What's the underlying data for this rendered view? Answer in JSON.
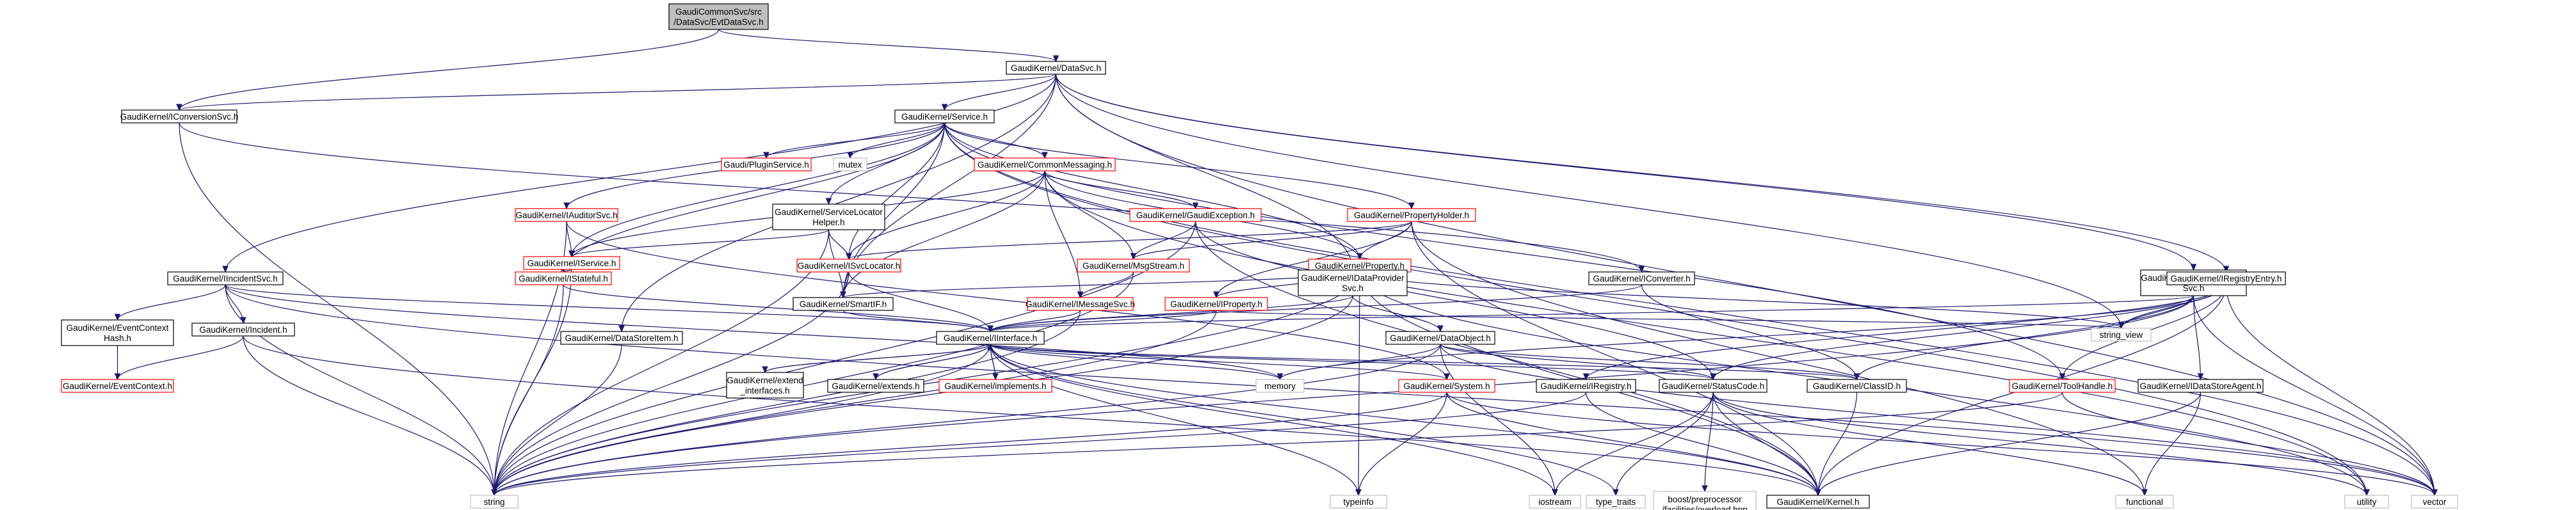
{
  "diagram": {
    "nodes": [
      {
        "id": "root",
        "lines": [
          "GaudiCommonSvc/src",
          "/DataSvc/EvtDataSvc.h"
        ],
        "style": "root"
      },
      {
        "id": "datasvc",
        "lines": [
          "GaudiKernel/DataSvc.h"
        ],
        "style": "normal"
      },
      {
        "id": "iconvsvc",
        "lines": [
          "GaudiKernel/IConversionSvc.h"
        ],
        "style": "normal"
      },
      {
        "id": "service",
        "lines": [
          "GaudiKernel/Service.h"
        ],
        "style": "normal"
      },
      {
        "id": "iincsvc",
        "lines": [
          "GaudiKernel/IIncidentSvc.h"
        ],
        "style": "normal"
      },
      {
        "id": "iauditorsvc",
        "lines": [
          "GaudiKernel/IAuditorSvc.h"
        ],
        "style": "red"
      },
      {
        "id": "ipluginsvc",
        "lines": [
          "Gaudi/PluginService.h"
        ],
        "style": "red"
      },
      {
        "id": "mutex",
        "lines": [
          "mutex"
        ],
        "style": "ext"
      },
      {
        "id": "commonmsg",
        "lines": [
          "GaudiKernel/CommonMessaging.h"
        ],
        "style": "red"
      },
      {
        "id": "svclochelper",
        "lines": [
          "GaudiKernel/ServiceLocator",
          "Helper.h"
        ],
        "style": "normal"
      },
      {
        "id": "gaudiexc",
        "lines": [
          "GaudiKernel/GaudiException.h"
        ],
        "style": "red"
      },
      {
        "id": "propholder",
        "lines": [
          "GaudiKernel/PropertyHolder.h"
        ],
        "style": "red"
      },
      {
        "id": "iservice",
        "lines": [
          "GaudiKernel/IService.h"
        ],
        "style": "red"
      },
      {
        "id": "isvclocator",
        "lines": [
          "GaudiKernel/ISvcLocator.h"
        ],
        "style": "red"
      },
      {
        "id": "msgstream",
        "lines": [
          "GaudiKernel/MsgStream.h"
        ],
        "style": "red"
      },
      {
        "id": "property",
        "lines": [
          "GaudiKernel/Property.h"
        ],
        "style": "red"
      },
      {
        "id": "istateful",
        "lines": [
          "GaudiKernel/IStateful.h"
        ],
        "style": "red"
      },
      {
        "id": "smartif",
        "lines": [
          "GaudiKernel/SmartIF.h"
        ],
        "style": "normal"
      },
      {
        "id": "imsgsvc",
        "lines": [
          "GaudiKernel/IMessageSvc.h"
        ],
        "style": "red"
      },
      {
        "id": "iproperty",
        "lines": [
          "GaudiKernel/IProperty.h"
        ],
        "style": "red"
      },
      {
        "id": "idataprov",
        "lines": [
          "GaudiKernel/IDataProvider",
          "Svc.h"
        ],
        "style": "normal"
      },
      {
        "id": "iconverter",
        "lines": [
          "GaudiKernel/IConverter.h"
        ],
        "style": "normal"
      },
      {
        "id": "idatamgr",
        "lines": [
          "GaudiKernel/IDataManager",
          "Svc.h"
        ],
        "style": "normal"
      },
      {
        "id": "iregentry",
        "lines": [
          "GaudiKernel/IRegistryEntry.h"
        ],
        "style": "normal"
      },
      {
        "id": "evtctxhash",
        "lines": [
          "GaudiKernel/EventContext",
          "Hash.h"
        ],
        "style": "normal"
      },
      {
        "id": "incident",
        "lines": [
          "GaudiKernel/Incident.h"
        ],
        "style": "normal"
      },
      {
        "id": "datastoreitem",
        "lines": [
          "GaudiKernel/DataStoreItem.h"
        ],
        "style": "normal"
      },
      {
        "id": "iinterface",
        "lines": [
          "GaudiKernel/IInterface.h"
        ],
        "style": "normal"
      },
      {
        "id": "dataobject",
        "lines": [
          "GaudiKernel/DataObject.h"
        ],
        "style": "normal"
      },
      {
        "id": "stringview",
        "lines": [
          "string_view"
        ],
        "style": "ext"
      },
      {
        "id": "evtctx",
        "lines": [
          "GaudiKernel/EventContext.h"
        ],
        "style": "red"
      },
      {
        "id": "extinterfaces",
        "lines": [
          "GaudiKernel/extend",
          "_interfaces.h"
        ],
        "style": "normal"
      },
      {
        "id": "extends",
        "lines": [
          "GaudiKernel/extends.h"
        ],
        "style": "normal"
      },
      {
        "id": "implements",
        "lines": [
          "GaudiKernel/implements.h"
        ],
        "style": "red"
      },
      {
        "id": "memory",
        "lines": [
          "memory"
        ],
        "style": "ext"
      },
      {
        "id": "system",
        "lines": [
          "GaudiKernel/System.h"
        ],
        "style": "red"
      },
      {
        "id": "iregistry",
        "lines": [
          "GaudiKernel/IRegistry.h"
        ],
        "style": "normal"
      },
      {
        "id": "statuscode",
        "lines": [
          "GaudiKernel/StatusCode.h"
        ],
        "style": "normal"
      },
      {
        "id": "classid",
        "lines": [
          "GaudiKernel/ClassID.h"
        ],
        "style": "normal"
      },
      {
        "id": "toolhandle",
        "lines": [
          "GaudiKernel/ToolHandle.h"
        ],
        "style": "red"
      },
      {
        "id": "idatastoreagent",
        "lines": [
          "GaudiKernel/IDataStoreAgent.h"
        ],
        "style": "normal"
      },
      {
        "id": "string",
        "lines": [
          "string"
        ],
        "style": "ext"
      },
      {
        "id": "typeinfo",
        "lines": [
          "typeinfo"
        ],
        "style": "ext"
      },
      {
        "id": "iostream",
        "lines": [
          "iostream"
        ],
        "style": "ext"
      },
      {
        "id": "typetraits",
        "lines": [
          "type_traits"
        ],
        "style": "ext"
      },
      {
        "id": "boostpp",
        "lines": [
          "boost/preprocessor",
          "/facilities/overload.hpp"
        ],
        "style": "ext"
      },
      {
        "id": "kernel",
        "lines": [
          "GaudiKernel/Kernel.h"
        ],
        "style": "normal"
      },
      {
        "id": "functional",
        "lines": [
          "functional"
        ],
        "style": "ext"
      },
      {
        "id": "utility",
        "lines": [
          "utility"
        ],
        "style": "ext"
      },
      {
        "id": "vector",
        "lines": [
          "vector"
        ],
        "style": "ext"
      }
    ],
    "edges": [
      [
        "root",
        "datasvc"
      ],
      [
        "root",
        "iconvsvc"
      ],
      [
        "datasvc",
        "iconvsvc"
      ],
      [
        "datasvc",
        "service"
      ],
      [
        "datasvc",
        "iincsvc"
      ],
      [
        "datasvc",
        "idatamgr"
      ],
      [
        "datasvc",
        "idataprov"
      ],
      [
        "datasvc",
        "iregentry"
      ],
      [
        "datasvc",
        "datastoreitem"
      ],
      [
        "datasvc",
        "smartif"
      ],
      [
        "datasvc",
        "stringview"
      ],
      [
        "datasvc",
        "vector"
      ],
      [
        "iconvsvc",
        "iconverter"
      ],
      [
        "iconvsvc",
        "string"
      ],
      [
        "service",
        "ipluginsvc"
      ],
      [
        "service",
        "mutex"
      ],
      [
        "service",
        "commonmsg"
      ],
      [
        "service",
        "iauditorsvc"
      ],
      [
        "service",
        "svclochelper"
      ],
      [
        "service",
        "propholder"
      ],
      [
        "service",
        "property"
      ],
      [
        "service",
        "iservice"
      ],
      [
        "service",
        "istateful"
      ],
      [
        "service",
        "smartif"
      ],
      [
        "service",
        "isvclocator"
      ],
      [
        "service",
        "toolhandle"
      ],
      [
        "service",
        "vector"
      ],
      [
        "service",
        "utility"
      ],
      [
        "commonmsg",
        "gaudiexc"
      ],
      [
        "commonmsg",
        "iservice"
      ],
      [
        "commonmsg",
        "isvclocator"
      ],
      [
        "commonmsg",
        "msgstream"
      ],
      [
        "commonmsg",
        "imsgsvc"
      ],
      [
        "commonmsg",
        "smartif"
      ],
      [
        "commonmsg",
        "property"
      ],
      [
        "commonmsg",
        "utility"
      ],
      [
        "iauditorsvc",
        "iservice"
      ],
      [
        "iauditorsvc",
        "system"
      ],
      [
        "iauditorsvc",
        "string"
      ],
      [
        "svclochelper",
        "isvclocator"
      ],
      [
        "svclochelper",
        "smartif"
      ],
      [
        "svclochelper",
        "string"
      ],
      [
        "svclochelper",
        "iservice"
      ],
      [
        "gaudiexc",
        "msgstream"
      ],
      [
        "gaudiexc",
        "statuscode"
      ],
      [
        "gaudiexc",
        "kernel"
      ],
      [
        "gaudiexc",
        "string"
      ],
      [
        "propholder",
        "iproperty"
      ],
      [
        "propholder",
        "property"
      ],
      [
        "propholder",
        "kernel"
      ],
      [
        "propholder",
        "functional"
      ],
      [
        "propholder",
        "msgstream"
      ],
      [
        "propholder",
        "isvclocator"
      ],
      [
        "iservice",
        "istateful"
      ],
      [
        "iservice",
        "string"
      ],
      [
        "isvclocator",
        "smartif"
      ],
      [
        "isvclocator",
        "iinterface"
      ],
      [
        "isvclocator",
        "string"
      ],
      [
        "msgstream",
        "imsgsvc"
      ],
      [
        "msgstream",
        "string"
      ],
      [
        "property",
        "iproperty"
      ],
      [
        "property",
        "kernel"
      ],
      [
        "property",
        "stringview"
      ],
      [
        "property",
        "typeinfo"
      ],
      [
        "property",
        "smartif"
      ],
      [
        "property",
        "utility"
      ],
      [
        "property",
        "string"
      ],
      [
        "istateful",
        "iinterface"
      ],
      [
        "istateful",
        "string"
      ],
      [
        "smartif",
        "iinterface"
      ],
      [
        "imsgsvc",
        "iinterface"
      ],
      [
        "imsgsvc",
        "string"
      ],
      [
        "iproperty",
        "iinterface"
      ],
      [
        "iproperty",
        "stringview"
      ],
      [
        "iproperty",
        "string"
      ],
      [
        "idataprov",
        "iinterface"
      ],
      [
        "idataprov",
        "dataobject"
      ],
      [
        "idataprov",
        "string"
      ],
      [
        "iconverter",
        "iinterface"
      ],
      [
        "iconverter",
        "classid"
      ],
      [
        "idatamgr",
        "iinterface"
      ],
      [
        "idatamgr",
        "classid"
      ],
      [
        "idatamgr",
        "stringview"
      ],
      [
        "idatamgr",
        "memory"
      ],
      [
        "idatamgr",
        "vector"
      ],
      [
        "idatamgr",
        "string"
      ],
      [
        "idatamgr",
        "idatastoreagent"
      ],
      [
        "iregentry",
        "iregistry"
      ],
      [
        "iregentry",
        "stringview"
      ],
      [
        "iregentry",
        "kernel"
      ],
      [
        "iregentry",
        "vector"
      ],
      [
        "iregentry",
        "statuscode"
      ],
      [
        "iregentry",
        "toolhandle"
      ],
      [
        "iincsvc",
        "evtctxhash"
      ],
      [
        "iincsvc",
        "incident"
      ],
      [
        "iincsvc",
        "iinterface"
      ],
      [
        "iincsvc",
        "memory"
      ],
      [
        "iincsvc",
        "string"
      ],
      [
        "iincsvc",
        "vector"
      ],
      [
        "evtctxhash",
        "evtctx"
      ],
      [
        "incident",
        "evtctx"
      ],
      [
        "incident",
        "kernel"
      ],
      [
        "incident",
        "string"
      ],
      [
        "datastoreitem",
        "string"
      ],
      [
        "iinterface",
        "extinterfaces"
      ],
      [
        "iinterface",
        "extends"
      ],
      [
        "iinterface",
        "implements"
      ],
      [
        "iinterface",
        "system"
      ],
      [
        "iinterface",
        "statuscode"
      ],
      [
        "iinterface",
        "kernel"
      ],
      [
        "iinterface",
        "classid"
      ],
      [
        "iinterface",
        "typeinfo"
      ],
      [
        "iinterface",
        "iostream"
      ],
      [
        "iinterface",
        "typetraits"
      ],
      [
        "iinterface",
        "string"
      ],
      [
        "iinterface",
        "memory"
      ],
      [
        "extinterfaces",
        "iinterface"
      ],
      [
        "extends",
        "iinterface"
      ],
      [
        "implements",
        "iinterface"
      ],
      [
        "dataobject",
        "statuscode"
      ],
      [
        "dataobject",
        "classid"
      ],
      [
        "dataobject",
        "memory"
      ],
      [
        "dataobject",
        "string"
      ],
      [
        "dataobject",
        "iostream"
      ],
      [
        "dataobject",
        "vector"
      ],
      [
        "system",
        "kernel"
      ],
      [
        "system",
        "string"
      ],
      [
        "system",
        "typeinfo"
      ],
      [
        "system",
        "vector"
      ],
      [
        "iregistry",
        "kernel"
      ],
      [
        "iregistry",
        "string"
      ],
      [
        "statuscode",
        "boostpp"
      ],
      [
        "statuscode",
        "kernel"
      ],
      [
        "statuscode",
        "typetraits"
      ],
      [
        "statuscode",
        "iostream"
      ],
      [
        "statuscode",
        "functional"
      ],
      [
        "statuscode",
        "utility"
      ],
      [
        "classid",
        "kernel"
      ],
      [
        "toolhandle",
        "string"
      ],
      [
        "toolhandle",
        "vector"
      ],
      [
        "idatastoreagent",
        "kernel"
      ],
      [
        "idatastoreagent",
        "functional"
      ]
    ]
  }
}
